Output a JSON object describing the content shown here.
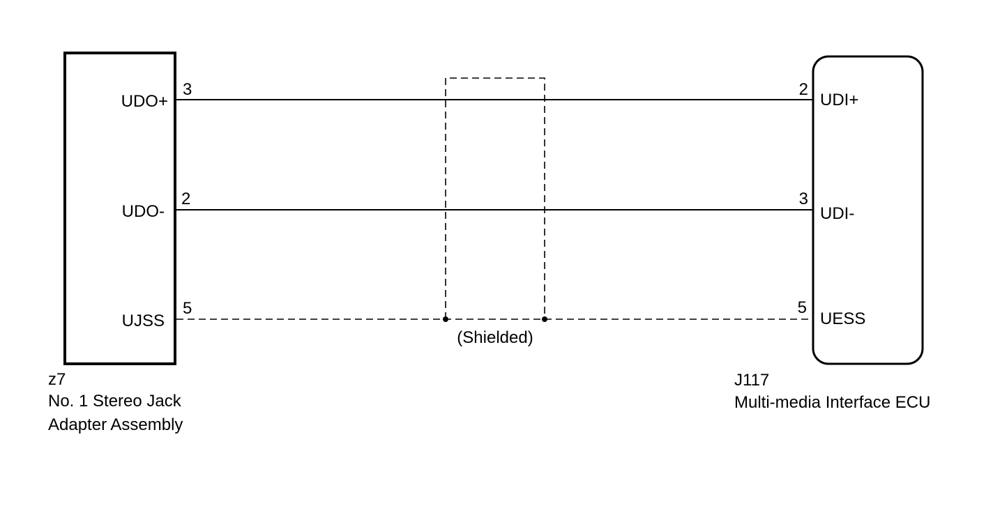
{
  "left_component": {
    "code": "z7",
    "name_line1": "No. 1 Stereo Jack",
    "name_line2": "Adapter Assembly",
    "pins": [
      {
        "label": "UDO+",
        "number": "3"
      },
      {
        "label": "UDO-",
        "number": "2"
      },
      {
        "label": "UJSS",
        "number": "5"
      }
    ]
  },
  "right_component": {
    "code": "J117",
    "name_line1": "Multi-media Interface ECU",
    "pins": [
      {
        "label": "UDI+",
        "number": "2"
      },
      {
        "label": "UDI-",
        "number": "3"
      },
      {
        "label": "UESS",
        "number": "5"
      }
    ]
  },
  "wires": [
    {
      "from": "UDO+",
      "to": "UDI+",
      "style": "solid"
    },
    {
      "from": "UDO-",
      "to": "UDI-",
      "style": "solid"
    },
    {
      "from": "UJSS",
      "to": "UESS",
      "style": "dashed"
    }
  ],
  "shield": {
    "label": "(Shielded)"
  }
}
